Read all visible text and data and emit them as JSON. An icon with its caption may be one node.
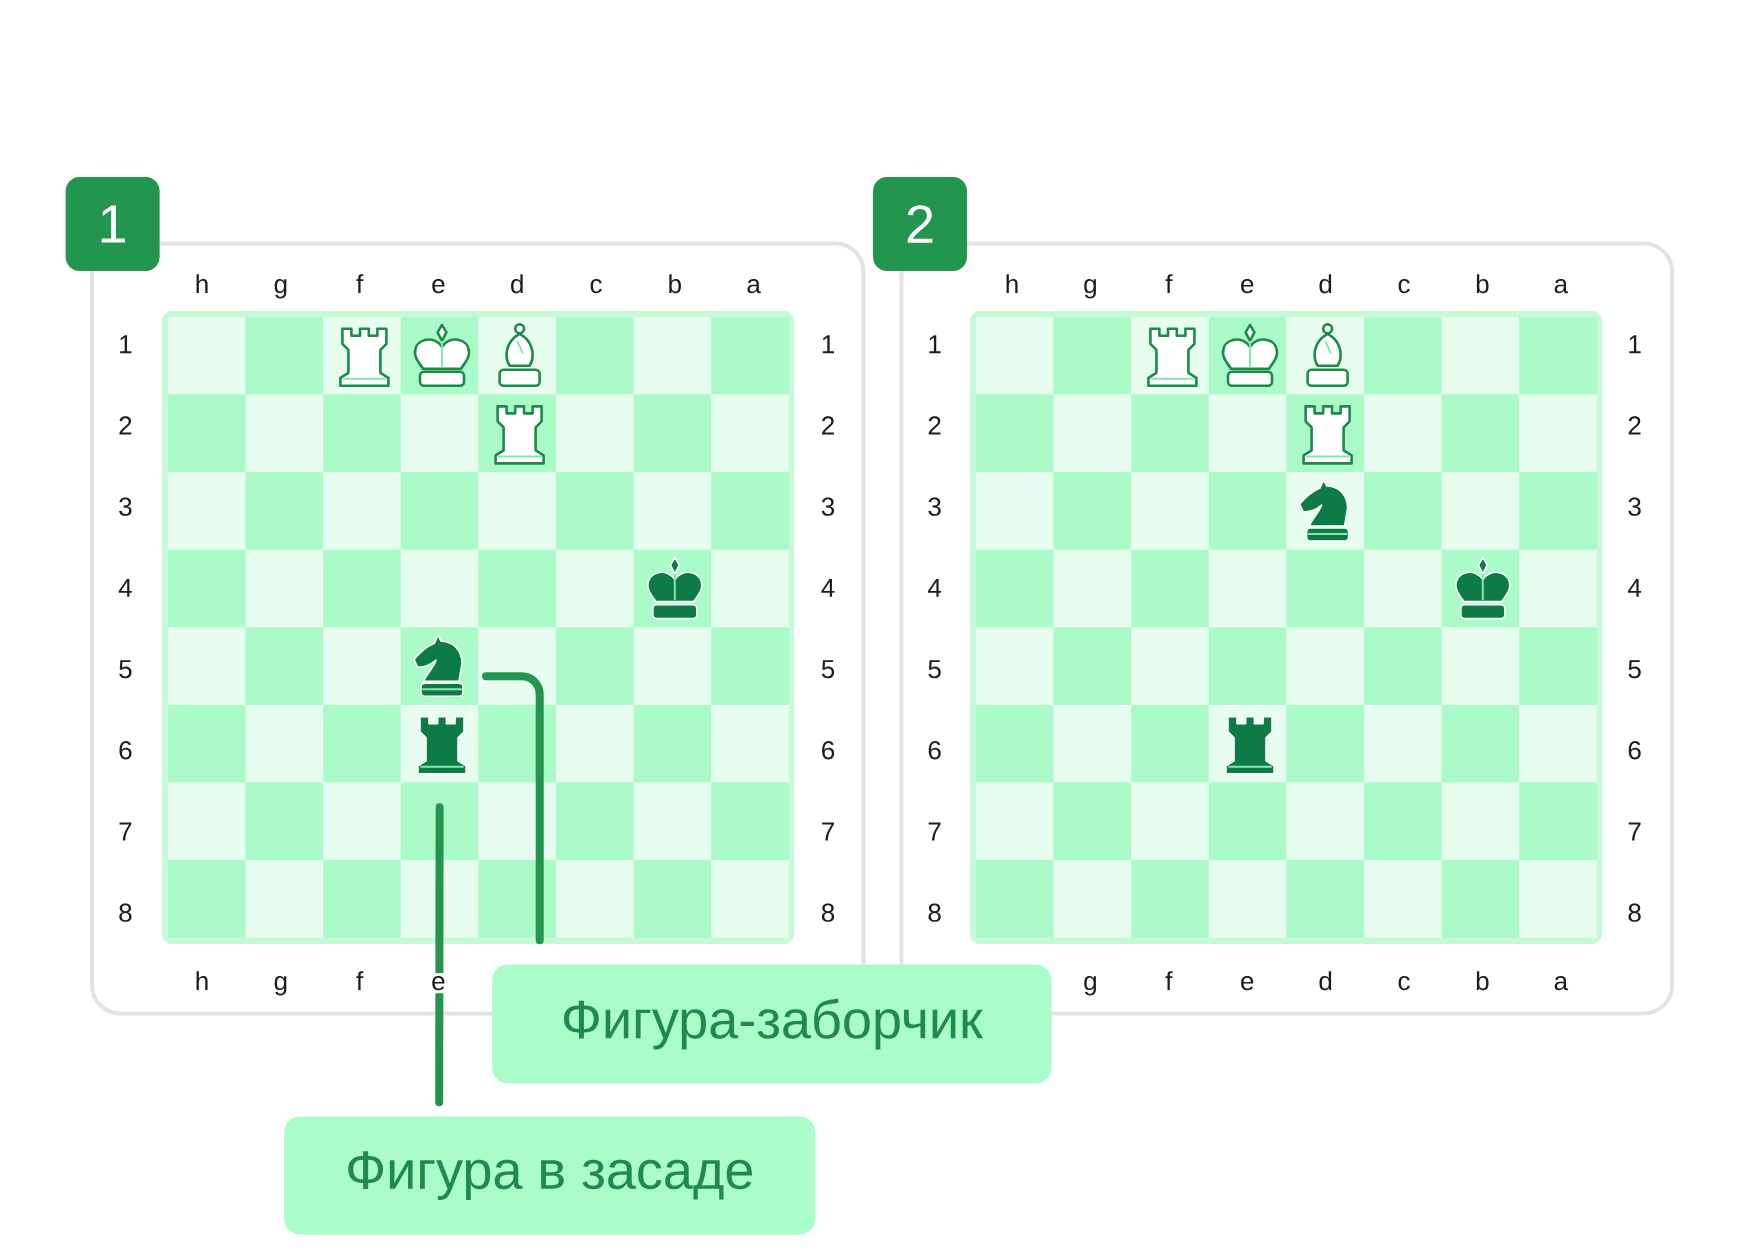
{
  "diagram": {
    "nodes": [
      {
        "text": [
          "1"
        ]
      },
      {
        "text": [
          "2"
        ]
      },
      {
        "text": [],
        "shape": "knight"
      },
      {
        "text": [],
        "shape": "rook"
      },
      {
        "text": [
          "Фигура-заборчик"
        ]
      },
      {
        "text": [
          "Фигура в засаде"
        ]
      }
    ],
    "edges": [
      {
        "from": 4,
        "to": 2,
        "arrow": "none"
      },
      {
        "from": 5,
        "to": 3,
        "arrow": "none"
      }
    ],
    "labels": [
      "h",
      "g",
      "f",
      "e",
      "d",
      "c",
      "b",
      "a",
      "1",
      "1",
      "2",
      "2",
      "3",
      "3",
      "4",
      "4",
      "5",
      "5",
      "6",
      "6",
      "7",
      "7",
      "8",
      "8",
      "h",
      "g",
      "f",
      "e",
      "h",
      "g",
      "f",
      "e",
      "d",
      "c",
      "b",
      "a",
      "1",
      "1",
      "2",
      "2",
      "3",
      "3",
      "4",
      "4",
      "5",
      "5",
      "6",
      "6",
      "7",
      "7",
      "8",
      "8",
      "g",
      "f",
      "e",
      "d",
      "c",
      "b",
      "a"
    ]
  }
}
